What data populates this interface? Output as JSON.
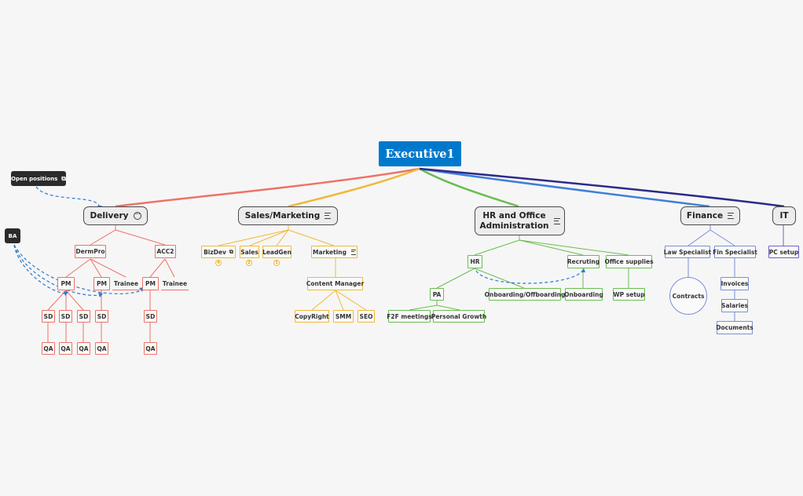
{
  "root": "Executive1",
  "floating": {
    "open_positions": "Open positions",
    "open_positions_icon": "link-icon",
    "ba": "BA"
  },
  "delivery": {
    "label": "Delivery",
    "icon": "collapse-dots-icon",
    "color": "#ee7265",
    "projects": [
      "DermPro",
      "ACC2"
    ],
    "pm": "PM",
    "trainee": "Trainee",
    "sd": "SD",
    "qa": "QA"
  },
  "sales": {
    "label": "Sales/Marketing",
    "icon": "notes-icon",
    "color": "#f0b93a",
    "items": [
      "BizDev",
      "Sales",
      "LeadGen",
      "Marketing"
    ],
    "badges": [
      "4",
      "2",
      "1"
    ],
    "content_manager": "Content Manager",
    "content_children": [
      "CopyRight",
      "SMM",
      "SEO"
    ]
  },
  "hr": {
    "label_line1": "HR and Office",
    "label_line2": "Administration",
    "icon": "notes-icon",
    "color": "#69bd52",
    "hr": "HR",
    "pa": "PA",
    "pa_children": [
      "F2F meetings",
      "Personal Growth"
    ],
    "onboarding_offboarding": "Onboarding/Offboarding",
    "recruting": "Recruting",
    "onboarding": "Onboarding",
    "office_supplies": "Office supplies",
    "wp_setup": "WP setup"
  },
  "finance": {
    "label": "Finance",
    "icon": "notes-icon",
    "color": "#7a8fd6",
    "law": "Law Specialist",
    "fin": "Fin Specialist",
    "contracts": "Contracts",
    "fin_children": [
      "Invoices",
      "Salaries",
      "Documents"
    ]
  },
  "it": {
    "label": "IT",
    "color": "#7062c9",
    "pc_setup": "PC setup"
  },
  "colors": {
    "connector_blue": "#2a7bd0",
    "root_bg": "#0079cc"
  }
}
